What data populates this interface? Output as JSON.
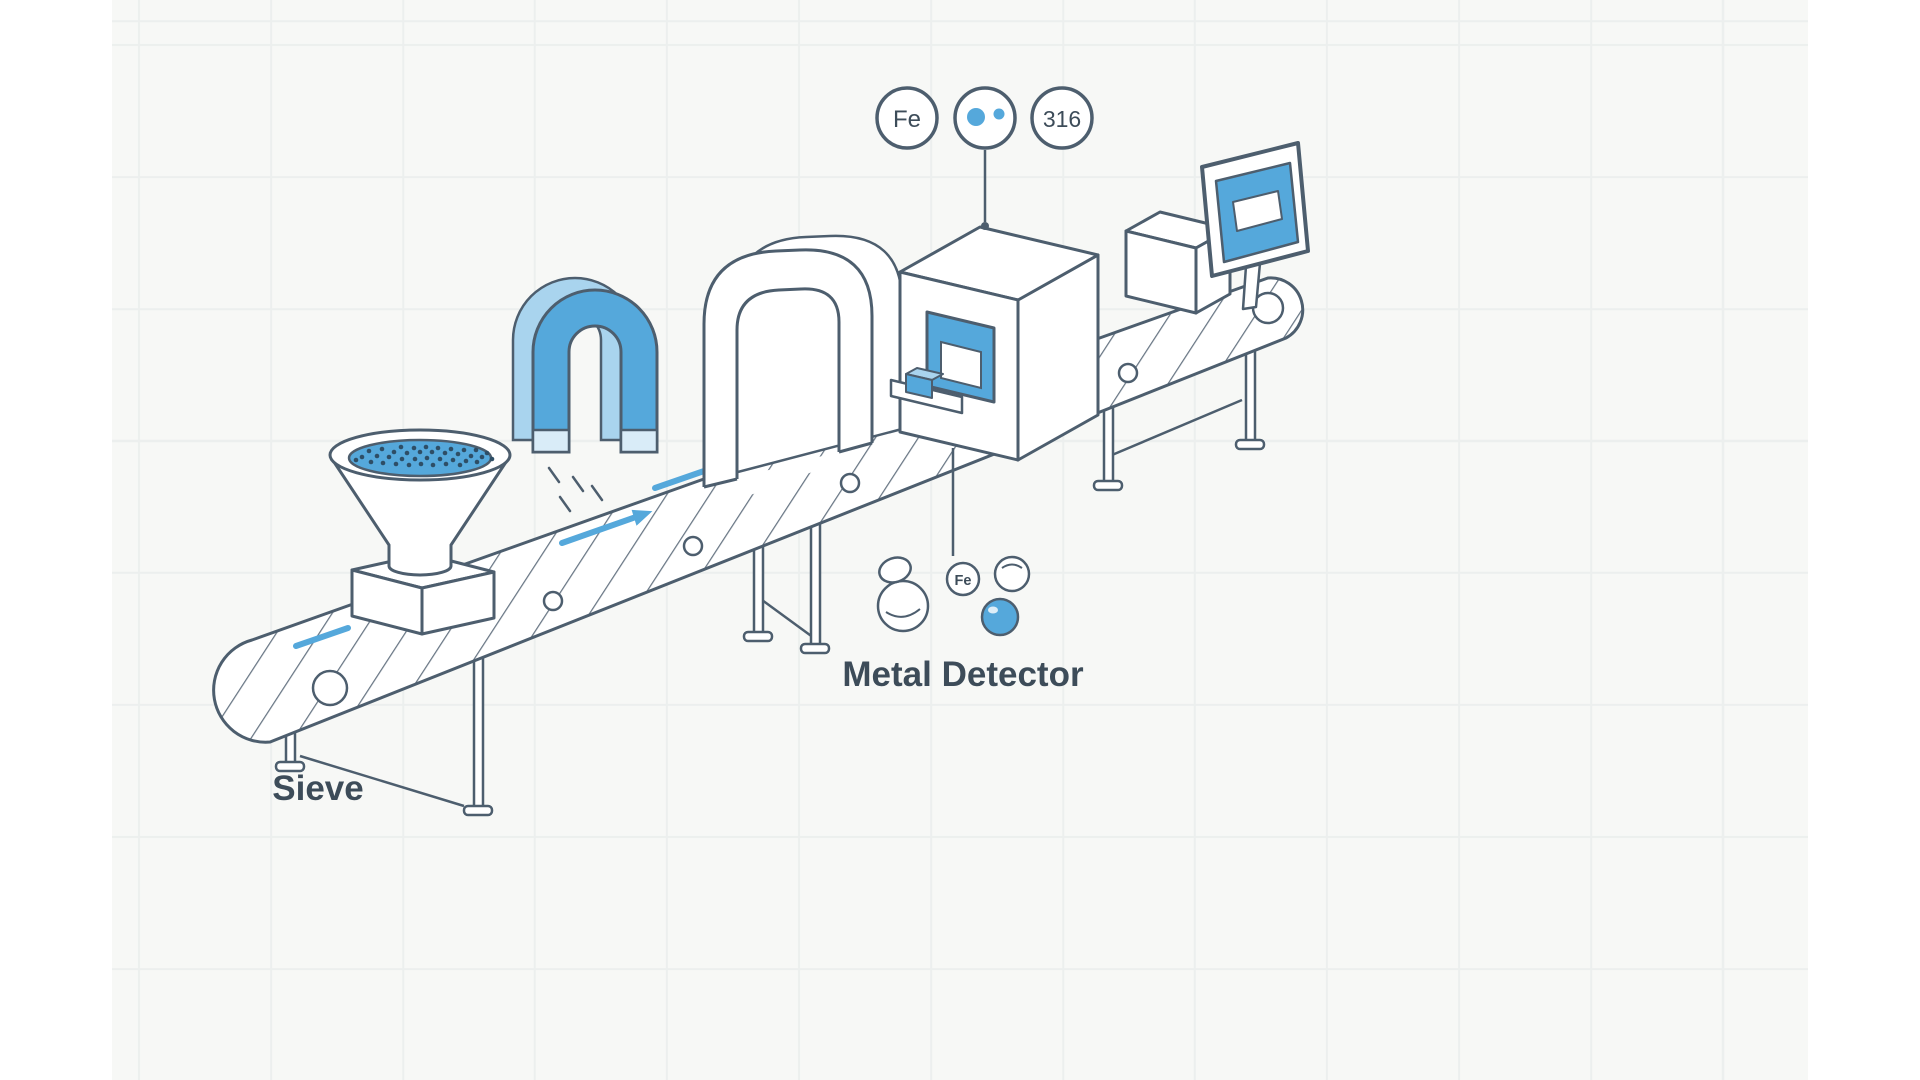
{
  "colors": {
    "background": "#f7f8f6",
    "grid": "#ecefee",
    "line": "#4d5e6e",
    "text": "#3d4c59",
    "accent": "#55a8db",
    "accent_light": "#a9d4ee",
    "accent_pale": "#d9ecf8",
    "granules": "#2e4e66"
  },
  "labels": {
    "sieve": "Sieve",
    "metal_detector": "Metal Detector"
  },
  "badges": {
    "material": "Fe",
    "steel_grade": "316"
  },
  "contaminants": {
    "fe_label": "Fe"
  }
}
